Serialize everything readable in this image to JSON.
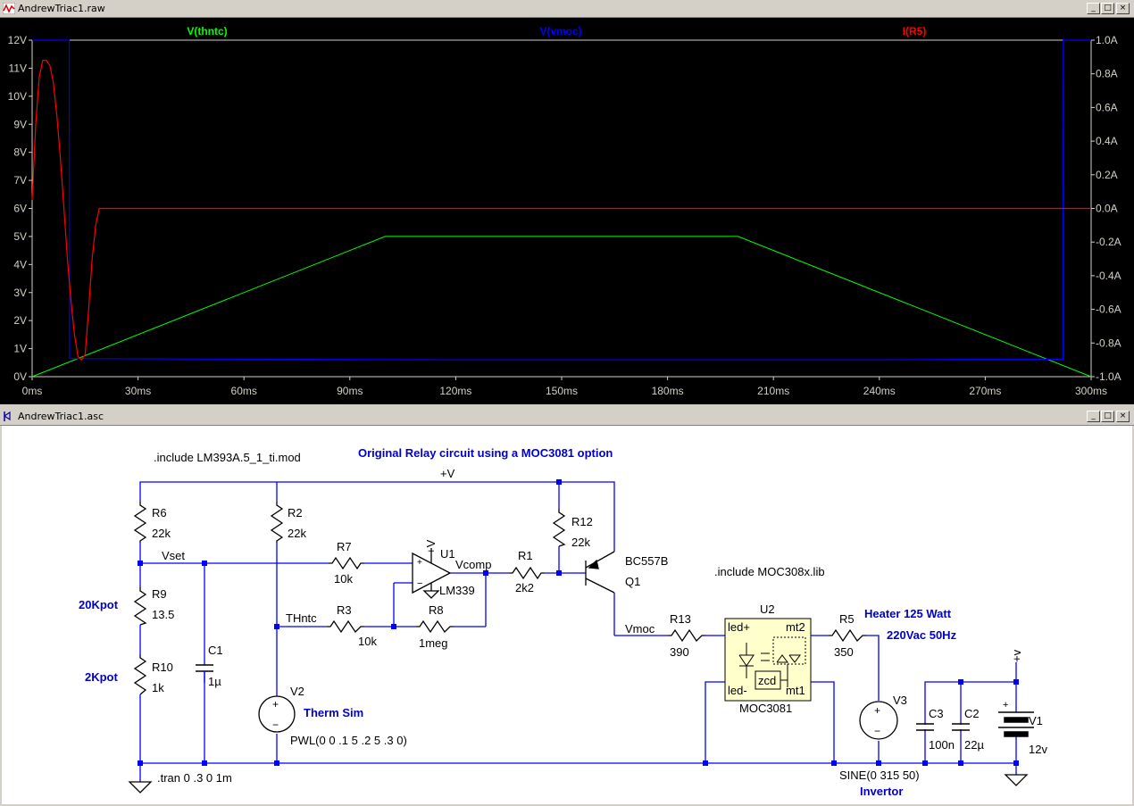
{
  "waveform_window": {
    "title": "AndrewTriac1.raw",
    "traces": [
      {
        "label": "V(thntc)",
        "color": "#00ff00"
      },
      {
        "label": "V(vmoc)",
        "color": "#0000ff"
      },
      {
        "label": "I(R5)",
        "color": "#ff0000"
      }
    ],
    "left_ticks": [
      "12V",
      "11V",
      "10V",
      "9V",
      "8V",
      "7V",
      "6V",
      "5V",
      "4V",
      "3V",
      "2V",
      "1V",
      "0V"
    ],
    "right_ticks": [
      "1.0A",
      "0.8A",
      "0.6A",
      "0.4A",
      "0.2A",
      "0.0A",
      "-0.2A",
      "-0.4A",
      "-0.6A",
      "-0.8A",
      "-1.0A"
    ],
    "x_ticks": [
      "0ms",
      "30ms",
      "60ms",
      "90ms",
      "120ms",
      "150ms",
      "180ms",
      "210ms",
      "240ms",
      "270ms",
      "300ms"
    ],
    "colors": {
      "background": "#000000",
      "axis": "#d4d0c8",
      "label": "#00ff00"
    },
    "chart_data": {
      "type": "line",
      "x_unit": "ms",
      "xlim": [
        0,
        300
      ],
      "ylim_left": [
        0,
        12
      ],
      "ylim_right": [
        -1.0,
        1.0
      ],
      "series": [
        {
          "name": "V(thntc)",
          "axis": "left",
          "x": [
            0,
            100,
            200,
            300
          ],
          "y": [
            0,
            5,
            5,
            0
          ]
        },
        {
          "name": "V(vmoc)",
          "axis": "left",
          "x": [
            0,
            10.5,
            10.6,
            60,
            120,
            240,
            270,
            292,
            292.1,
            300
          ],
          "y": [
            12,
            12,
            0.65,
            0.62,
            0.6,
            0.6,
            0.62,
            0.62,
            12,
            12
          ]
        },
        {
          "name": "I(R5)",
          "axis": "right",
          "x": [
            0,
            1,
            2,
            3,
            4,
            5,
            6,
            7,
            8,
            9,
            10,
            11,
            12,
            13,
            14,
            15,
            16,
            17,
            18,
            19,
            20,
            300
          ],
          "y": [
            0.05,
            0.5,
            0.78,
            0.88,
            0.88,
            0.85,
            0.75,
            0.55,
            0.3,
            0.0,
            -0.3,
            -0.55,
            -0.75,
            -0.88,
            -0.9,
            -0.87,
            -0.6,
            -0.3,
            -0.1,
            0.0,
            0.0,
            0.0
          ]
        }
      ]
    }
  },
  "schematic_window": {
    "title": "AndrewTriac1.asc",
    "directives": {
      "include_lm": ".include LM393A.5_1_ti.mod",
      "include_moc": ".include MOC308x.lib",
      "tran": ".tran 0 .3 0 1m"
    },
    "comment": "Original Relay circuit using a MOC3081 option",
    "nets": {
      "vplus": "+V",
      "vset": "Vset",
      "thntc": "THntc",
      "vcomp": "Vcomp",
      "vmoc": "Vmoc",
      "vbat": "+v"
    },
    "components": {
      "r6": {
        "name": "R6",
        "value": "22k"
      },
      "r2": {
        "name": "R2",
        "value": "22k"
      },
      "r7": {
        "name": "R7",
        "value": "10k"
      },
      "r12": {
        "name": "R12",
        "value": "22k"
      },
      "r1": {
        "name": "R1",
        "value": "2k2"
      },
      "r9": {
        "name": "R9",
        "value": "13.5"
      },
      "r10": {
        "name": "R10",
        "value": "1k"
      },
      "r3": {
        "name": "R3",
        "value": "10k"
      },
      "r8": {
        "name": "R8",
        "value": "1meg"
      },
      "r13": {
        "name": "R13",
        "value": "390"
      },
      "r5": {
        "name": "R5",
        "value": "350"
      },
      "c1": {
        "name": "C1",
        "value": "1µ"
      },
      "c2": {
        "name": "C2",
        "value": "22µ"
      },
      "c3": {
        "name": "C3",
        "value": "100n"
      },
      "u1": {
        "name": "U1",
        "value": "LM339",
        "pin": "+V"
      },
      "q1": {
        "name": "Q1",
        "value": "BC557B"
      },
      "u2": {
        "name": "U2",
        "value": "MOC3081",
        "pins": {
          "led_plus": "led+",
          "led_minus": "led-",
          "mt2": "mt2",
          "mt1": "mt1",
          "zcd": "zcd"
        }
      },
      "v2": {
        "name": "V2",
        "value": "PWL(0 0 .1 5 .2 5 .3 0)",
        "label": "Therm Sim"
      },
      "v3": {
        "name": "V3",
        "value": "SINE(0 315 50)",
        "label": "Invertor"
      },
      "v1": {
        "name": "V1",
        "value": "12v"
      }
    },
    "annotations": {
      "pot20": "20Kpot",
      "pot2": "2Kpot",
      "heater": "Heater 125 Watt",
      "mains": "220Vac 50Hz"
    },
    "colors": {
      "wire": "#0000ff",
      "component": "#000000",
      "annotation": "#0000cc",
      "background": "#ffffff"
    }
  },
  "window_buttons": {
    "minimize": "_",
    "restore": "□",
    "close": "×"
  }
}
